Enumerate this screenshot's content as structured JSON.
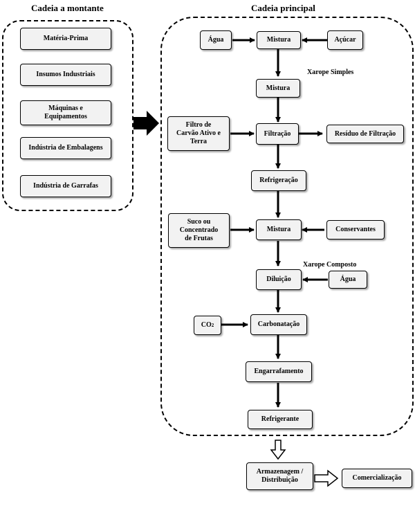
{
  "titles": {
    "upstream": "Cadeia a montante",
    "main": "Cadeia principal"
  },
  "upstream_items": [
    "Matéria-Prima",
    "Insumos Industriais",
    "Máquinas e\nEquipamentos",
    "Indústria de Embalagens",
    "Indústria de Garrafas"
  ],
  "main_chain": {
    "agua_1": "Água",
    "mistura_1": "Mistura",
    "acucar": "Açúcar",
    "xarope_simples": "Xarope Simples",
    "mistura_2": "Mistura",
    "filtro": "Filtro de\nCarvão Ativo e\nTerra",
    "filtracao": "Filtração",
    "residuo": "Resíduo de Filtração",
    "refrigeracao": "Refrigeração",
    "suco": "Suco ou\nConcentrado\nde Frutas",
    "mistura_3": "Mistura",
    "conservantes": "Conservantes",
    "xarope_composto": "Xarope Composto",
    "diluicao": "Diluição",
    "agua_2": "Água",
    "co2_main": "CO",
    "co2_sub": "2",
    "carbonatacao": "Carbonatação",
    "engarrafamento": "Engarrafamento",
    "refrigerante": "Refrigerante"
  },
  "downstream": {
    "armazenagem": "Armazenagem /\nDistribuição",
    "comercializacao": "Comercialização"
  }
}
